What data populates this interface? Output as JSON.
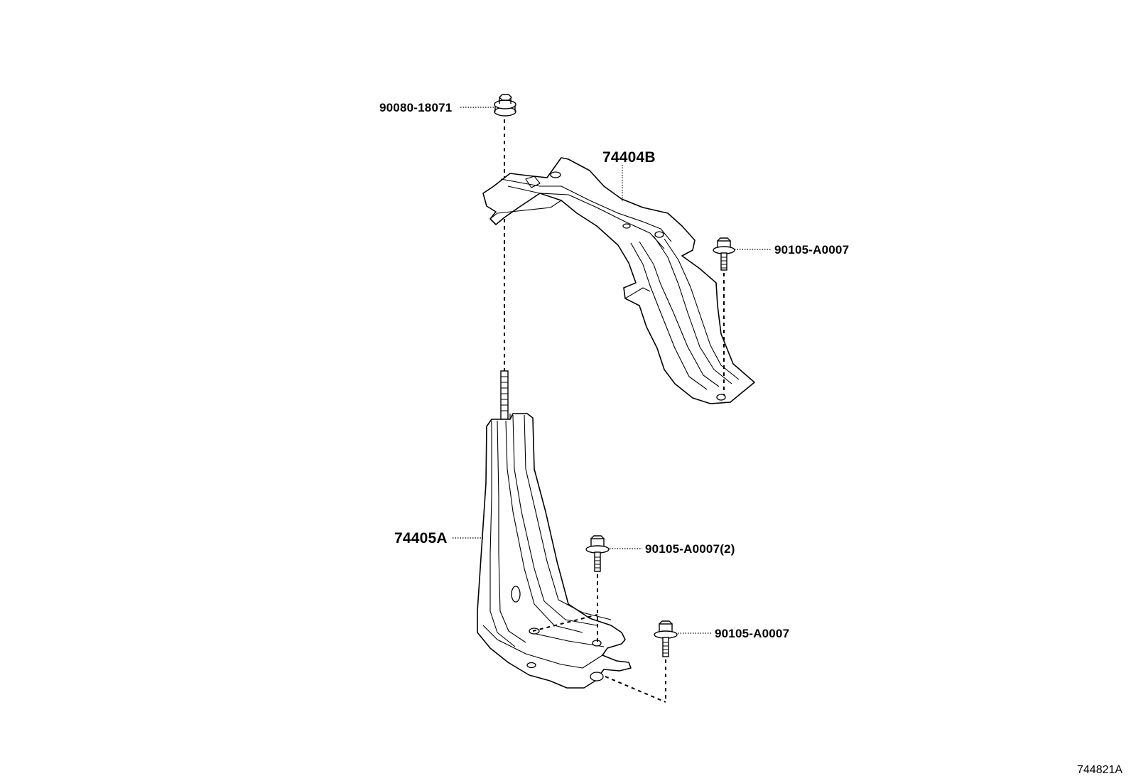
{
  "diagram": {
    "reference_code": "744821A",
    "parts": {
      "nut_top": "90080-18071",
      "bracket_upper": "74404B",
      "bolt_upper": "90105-A0007",
      "bracket_lower": "74405A",
      "bolt_lower_pair": "90105-A0007(2)",
      "bolt_lower": "90105-A0007"
    }
  }
}
